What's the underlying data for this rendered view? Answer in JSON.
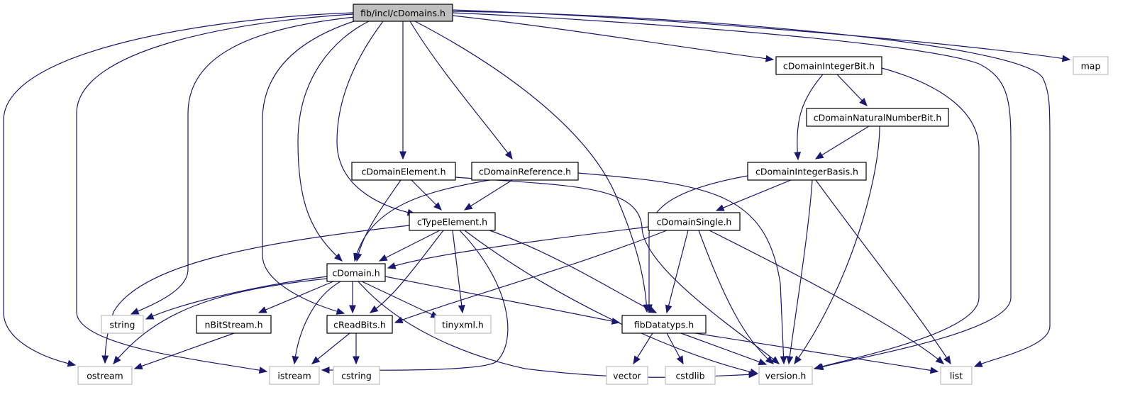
{
  "diagram": {
    "type": "include-dependency-graph",
    "colors": {
      "edge": "#191970",
      "root_fill": "#bfbfbf",
      "root_border": "#000000",
      "project_border": "#000000",
      "system_border": "#bfbfbf",
      "node_fill": "#ffffff"
    },
    "nodes": [
      {
        "id": "root",
        "label": "fib/incl/cDomains.h",
        "kind": "root"
      },
      {
        "id": "cDomainIntegerBit",
        "label": "cDomainIntegerBit.h",
        "kind": "project"
      },
      {
        "id": "map",
        "label": "map",
        "kind": "system"
      },
      {
        "id": "cDomainNaturalNumberBit",
        "label": "cDomainNaturalNumberBit.h",
        "kind": "project"
      },
      {
        "id": "cDomainElement",
        "label": "cDomainElement.h",
        "kind": "project"
      },
      {
        "id": "cDomainReference",
        "label": "cDomainReference.h",
        "kind": "project"
      },
      {
        "id": "cDomainIntegerBasis",
        "label": "cDomainIntegerBasis.h",
        "kind": "project"
      },
      {
        "id": "cTypeElement",
        "label": "cTypeElement.h",
        "kind": "project"
      },
      {
        "id": "cDomainSingle",
        "label": "cDomainSingle.h",
        "kind": "project"
      },
      {
        "id": "cDomain",
        "label": "cDomain.h",
        "kind": "project"
      },
      {
        "id": "string",
        "label": "string",
        "kind": "system"
      },
      {
        "id": "nBitStream",
        "label": "nBitStream.h",
        "kind": "project"
      },
      {
        "id": "cReadBits",
        "label": "cReadBits.h",
        "kind": "project"
      },
      {
        "id": "tinyxml",
        "label": "tinyxml.h",
        "kind": "system"
      },
      {
        "id": "fibDatatyps",
        "label": "fibDatatyps.h",
        "kind": "project"
      },
      {
        "id": "ostream",
        "label": "ostream",
        "kind": "system"
      },
      {
        "id": "istream",
        "label": "istream",
        "kind": "system"
      },
      {
        "id": "cstring",
        "label": "cstring",
        "kind": "system"
      },
      {
        "id": "vector",
        "label": "vector",
        "kind": "system"
      },
      {
        "id": "cstdlib",
        "label": "cstdlib",
        "kind": "system"
      },
      {
        "id": "version",
        "label": "version.h",
        "kind": "system"
      },
      {
        "id": "list",
        "label": "list",
        "kind": "system"
      }
    ],
    "edges": [
      {
        "from": "root",
        "to": "ostream"
      },
      {
        "from": "root",
        "to": "istream"
      },
      {
        "from": "root",
        "to": "string"
      },
      {
        "from": "root",
        "to": "cReadBits"
      },
      {
        "from": "root",
        "to": "cDomain"
      },
      {
        "from": "root",
        "to": "cTypeElement"
      },
      {
        "from": "root",
        "to": "cDomainElement"
      },
      {
        "from": "root",
        "to": "cDomainReference"
      },
      {
        "from": "root",
        "to": "fibDatatyps"
      },
      {
        "from": "root",
        "to": "cDomainIntegerBit"
      },
      {
        "from": "root",
        "to": "version"
      },
      {
        "from": "root",
        "to": "list"
      },
      {
        "from": "root",
        "to": "map"
      },
      {
        "from": "cDomainIntegerBit",
        "to": "cDomainNaturalNumberBit"
      },
      {
        "from": "cDomainIntegerBit",
        "to": "cDomainIntegerBasis"
      },
      {
        "from": "cDomainIntegerBit",
        "to": "version"
      },
      {
        "from": "cDomainNaturalNumberBit",
        "to": "cDomainIntegerBasis"
      },
      {
        "from": "cDomainNaturalNumberBit",
        "to": "version"
      },
      {
        "from": "cDomainElement",
        "to": "cTypeElement"
      },
      {
        "from": "cDomainElement",
        "to": "cDomain"
      },
      {
        "from": "cDomainElement",
        "to": "version"
      },
      {
        "from": "cDomainReference",
        "to": "cTypeElement"
      },
      {
        "from": "cDomainReference",
        "to": "cDomain"
      },
      {
        "from": "cDomainReference",
        "to": "version"
      },
      {
        "from": "cDomainIntegerBasis",
        "to": "cDomainSingle"
      },
      {
        "from": "cDomainIntegerBasis",
        "to": "fibDatatyps"
      },
      {
        "from": "cDomainIntegerBasis",
        "to": "version"
      },
      {
        "from": "cDomainIntegerBasis",
        "to": "list"
      },
      {
        "from": "cTypeElement",
        "to": "cDomain"
      },
      {
        "from": "cTypeElement",
        "to": "cReadBits"
      },
      {
        "from": "cTypeElement",
        "to": "tinyxml"
      },
      {
        "from": "cTypeElement",
        "to": "fibDatatyps"
      },
      {
        "from": "cTypeElement",
        "to": "ostream"
      },
      {
        "from": "cTypeElement",
        "to": "istream"
      },
      {
        "from": "cTypeElement",
        "to": "version"
      },
      {
        "from": "cDomainSingle",
        "to": "cDomain"
      },
      {
        "from": "cDomainSingle",
        "to": "cReadBits"
      },
      {
        "from": "cDomainSingle",
        "to": "fibDatatyps"
      },
      {
        "from": "cDomainSingle",
        "to": "version"
      },
      {
        "from": "cDomainSingle",
        "to": "list"
      },
      {
        "from": "cDomain",
        "to": "string"
      },
      {
        "from": "cDomain",
        "to": "ostream"
      },
      {
        "from": "cDomain",
        "to": "nBitStream"
      },
      {
        "from": "cDomain",
        "to": "cReadBits"
      },
      {
        "from": "cDomain",
        "to": "istream"
      },
      {
        "from": "cDomain",
        "to": "tinyxml"
      },
      {
        "from": "cDomain",
        "to": "fibDatatyps"
      },
      {
        "from": "cDomain",
        "to": "version"
      },
      {
        "from": "nBitStream",
        "to": "ostream"
      },
      {
        "from": "cReadBits",
        "to": "istream"
      },
      {
        "from": "cReadBits",
        "to": "cstring"
      },
      {
        "from": "fibDatatyps",
        "to": "vector"
      },
      {
        "from": "fibDatatyps",
        "to": "cstdlib"
      },
      {
        "from": "fibDatatyps",
        "to": "version"
      },
      {
        "from": "fibDatatyps",
        "to": "list"
      }
    ]
  }
}
